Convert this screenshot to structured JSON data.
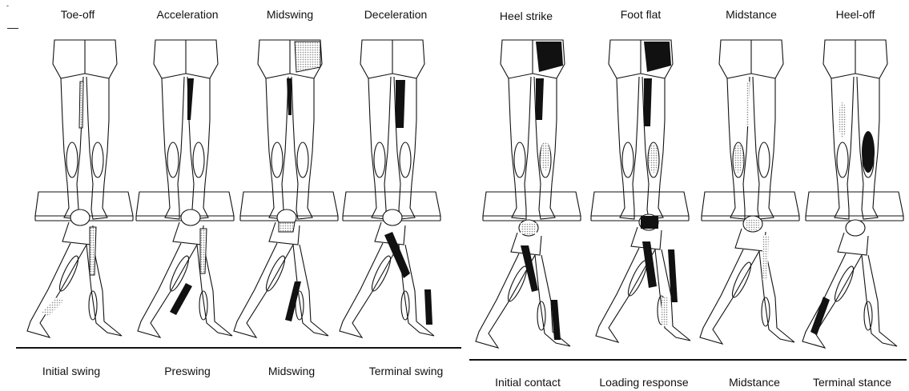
{
  "left_panel": {
    "top_labels": [
      "Toe-off",
      "Acceleration",
      "Midswing",
      "Deceleration"
    ],
    "bottom_labels": [
      "Initial swing",
      "Preswing",
      "Midswing",
      "Terminal swing"
    ]
  },
  "right_panel": {
    "top_labels": [
      "Heel strike",
      "Foot flat",
      "Midstance",
      "Heel-off"
    ],
    "bottom_labels": [
      "Initial contact",
      "Loading response",
      "Midstance",
      "Terminal stance"
    ]
  },
  "stray_marks": {
    "top": "-",
    "dash": "—"
  },
  "colors": {
    "ink": "#111111",
    "hatch": "#bdbdbd",
    "active": "#111111"
  }
}
